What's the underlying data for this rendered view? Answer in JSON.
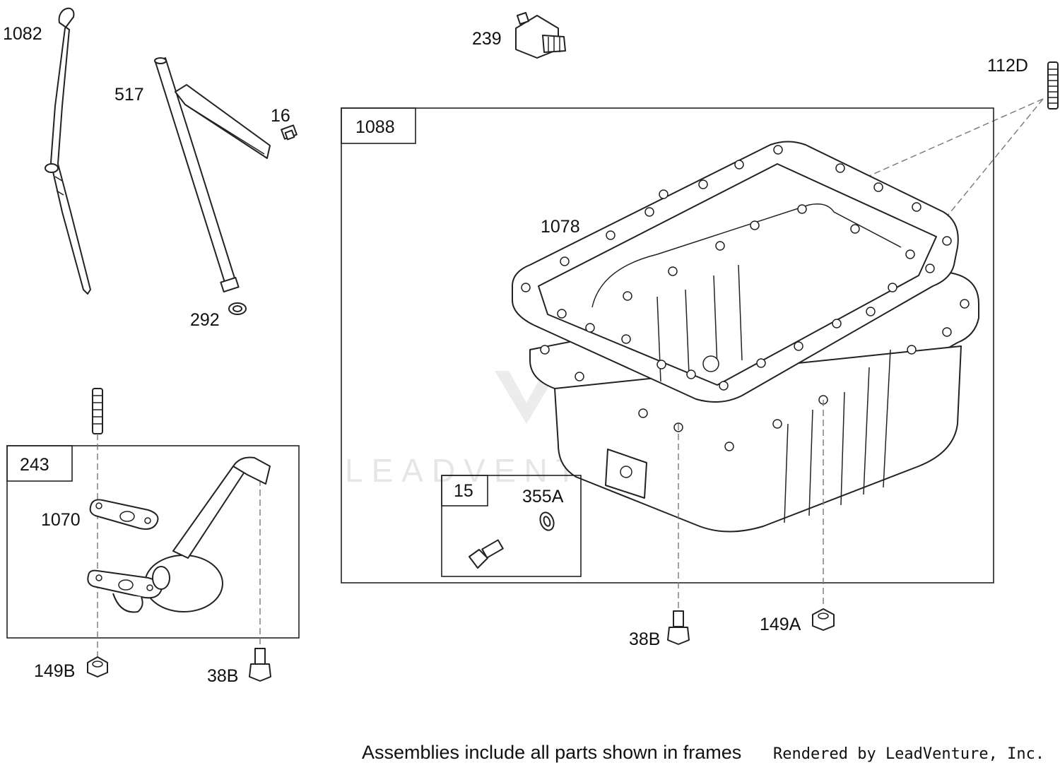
{
  "watermark": "LEADVENTURE",
  "frames": {
    "f1088": "1088",
    "f243": "243",
    "f15": "15"
  },
  "labels": {
    "p1082": "1082",
    "p517": "517",
    "p16": "16",
    "p292": "292",
    "p239": "239",
    "p112d": "112D",
    "p1078": "1078",
    "p355a": "355A",
    "p1070": "1070",
    "p149b": "149B",
    "p38b_left": "38B",
    "p38b_mid": "38B",
    "p149a": "149A"
  },
  "footer": {
    "note": "Assemblies include all parts shown in frames",
    "credit": "Rendered by LeadVenture, Inc."
  }
}
